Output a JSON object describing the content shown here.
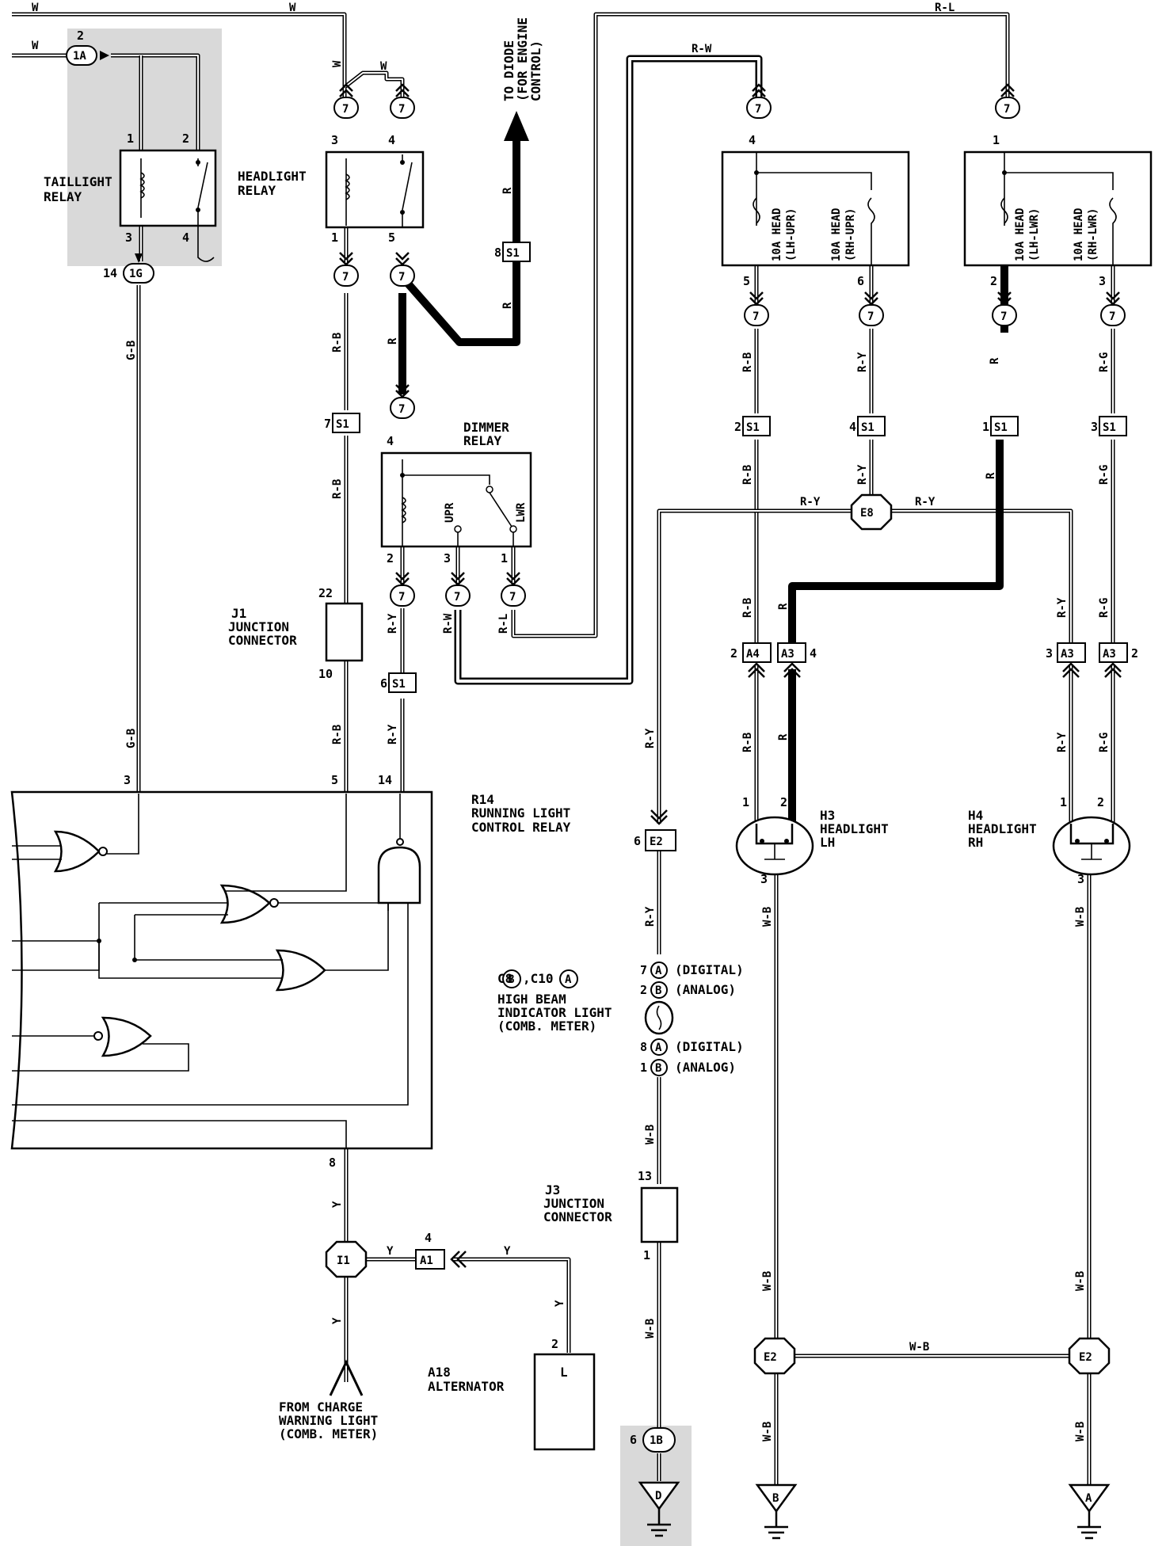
{
  "relays": {
    "taillight": {
      "label_l1": "TAILLIGHT",
      "label_l2": "RELAY",
      "pin1": "1",
      "pin2": "2",
      "pin3": "3",
      "pin4": "4"
    },
    "headlight": {
      "label_l1": "HEADLIGHT",
      "label_l2": "RELAY",
      "pin1": "1",
      "pin3": "3",
      "pin4": "4",
      "pin5": "5"
    },
    "dimmer": {
      "label_l1": "DIMMER",
      "label_l2": "RELAY",
      "upr": "UPR",
      "lwr": "LWR",
      "pin1": "1",
      "pin2": "2",
      "pin3": "3",
      "pin4": "4"
    },
    "running_light": {
      "id": "R14",
      "label_l1": "RUNNING LIGHT",
      "label_l2": "CONTROL RELAY",
      "pin3": "3",
      "pin5": "5",
      "pin8": "8",
      "pin14": "14"
    }
  },
  "fuses": {
    "lh_upr": {
      "l1": "10A HEAD",
      "l2": "(LH-UPR)"
    },
    "rh_upr": {
      "l1": "10A HEAD",
      "l2": "(RH-UPR)"
    },
    "lh_lwr": {
      "l1": "10A HEAD",
      "l2": "(LH-LWR)"
    },
    "rh_lwr": {
      "l1": "10A HEAD",
      "l2": "(RH-LWR)"
    }
  },
  "connectors": {
    "c7": "7",
    "s1": "S1",
    "a4": "A4",
    "a3": "A3",
    "e2": "E2",
    "e8": "E8",
    "i1": "I1",
    "a1": "A1",
    "c1a": "1A",
    "c1g": "1G",
    "c1b": "1B"
  },
  "junctions": {
    "j1": {
      "id": "J1",
      "l1": "JUNCTION",
      "l2": "CONNECTOR",
      "pin_top": "22",
      "pin_bot": "10"
    },
    "j3": {
      "id": "J3",
      "l1": "JUNCTION",
      "l2": "CONNECTOR",
      "pin_top": "13",
      "pin_bot": "1"
    }
  },
  "headlights": {
    "lh": {
      "id": "H3",
      "l1": "HEADLIGHT",
      "l2": "LH"
    },
    "rh": {
      "id": "H4",
      "l1": "HEADLIGHT",
      "l2": "RH"
    }
  },
  "indicator": {
    "code": "C8 B ,C10 A",
    "c8": "C8",
    "b": "B",
    "c10": ",C10",
    "a": "A",
    "l1": "HIGH BEAM",
    "l2": "INDICATOR LIGHT",
    "l3": "(COMB. METER)",
    "pin7": "7",
    "pin2": "2",
    "pin8": "8",
    "pin1": "1",
    "digital": "(DIGITAL)",
    "analog": "(ANALOG)"
  },
  "alternator": {
    "id": "A18",
    "label": "ALTERNATOR",
    "terminal": "L",
    "pin": "2"
  },
  "notes": {
    "to_diode_l1": "TO DIODE",
    "to_diode_l2": "(FOR ENGINE",
    "to_diode_l3": "CONTROL)",
    "from_charge_l1": "FROM CHARGE",
    "from_charge_l2": "WARNING LIGHT",
    "from_charge_l3": "(COMB. METER)"
  },
  "grounds": {
    "b": "B",
    "a": "A",
    "d": "D"
  },
  "wire_colors": {
    "w": "W",
    "r": "R",
    "rb": "R-B",
    "ry": "R-Y",
    "rg": "R-G",
    "rl": "R-L",
    "rw": "R-W",
    "gb": "G-B",
    "y": "Y",
    "wb": "W-B"
  },
  "pins": {
    "p1": "1",
    "p2": "2",
    "p3": "3",
    "p4": "4",
    "p5": "5",
    "p6": "6",
    "p7": "7",
    "p8": "8",
    "p14": "14"
  },
  "colors": {
    "wire": "#000000",
    "shade": "#d9d9d9",
    "background": "#ffffff"
  }
}
